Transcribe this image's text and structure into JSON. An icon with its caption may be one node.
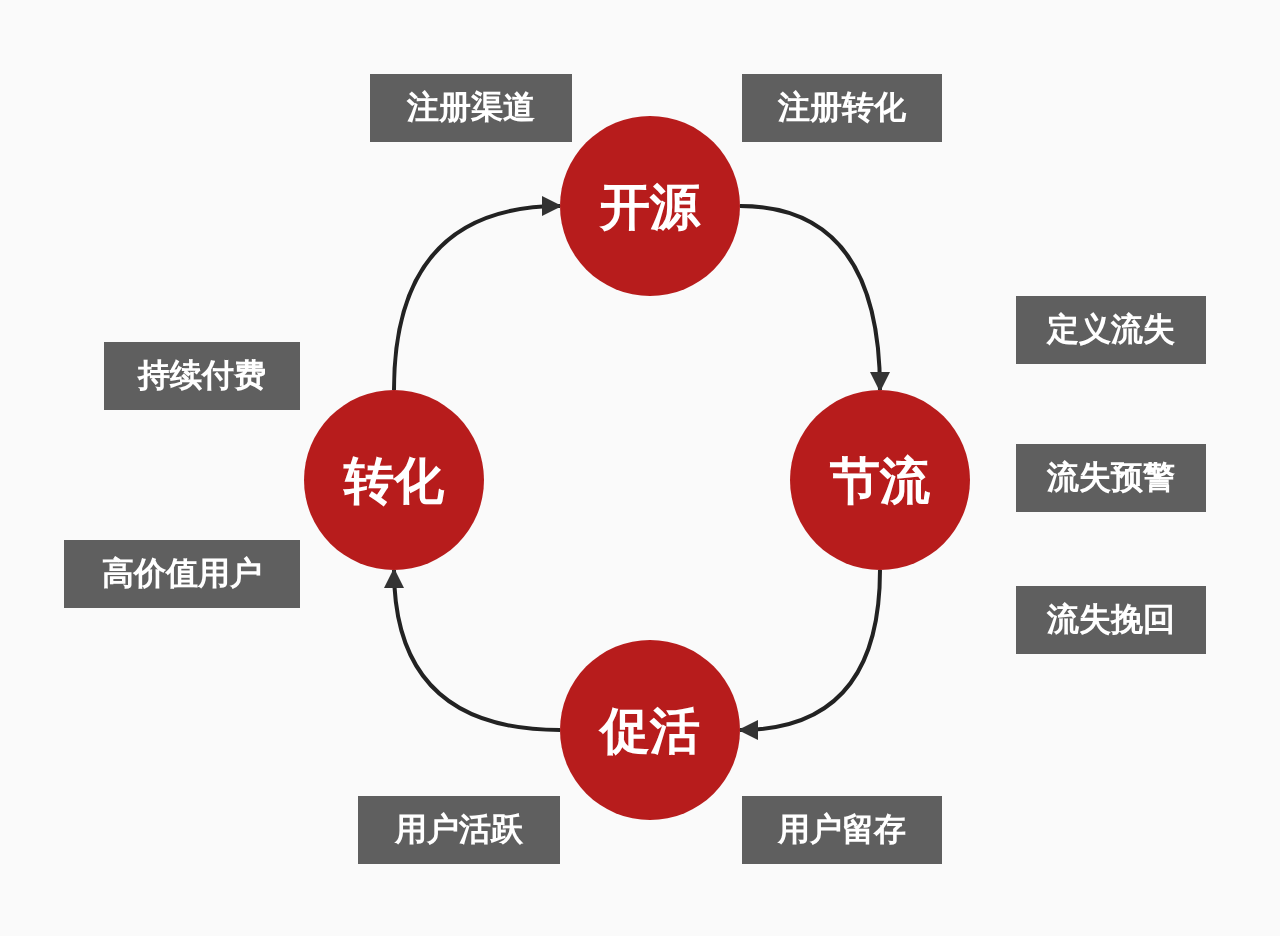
{
  "diagram": {
    "nodes": [
      {
        "text": [
          "开源"
        ]
      },
      {
        "text": [
          "节流"
        ]
      },
      {
        "text": [
          "促活"
        ]
      },
      {
        "text": [
          "转化"
        ]
      },
      {
        "text": [
          "注册渠道"
        ]
      },
      {
        "text": [
          "注册转化"
        ]
      },
      {
        "text": [
          "持续付费"
        ]
      },
      {
        "text": [
          "定义流失"
        ]
      },
      {
        "text": [
          "流失预警"
        ]
      },
      {
        "text": [
          "高价值用户"
        ]
      },
      {
        "text": [
          "流失挽回"
        ]
      },
      {
        "text": [
          "用户活跃"
        ]
      },
      {
        "text": [
          "用户留存"
        ]
      }
    ],
    "edges": [
      {
        "from": 0,
        "to": 1,
        "arrow": "to"
      },
      {
        "from": 1,
        "to": 2,
        "arrow": "to"
      },
      {
        "from": 2,
        "to": 3,
        "arrow": "to"
      },
      {
        "from": 3,
        "to": 0,
        "arrow": "to"
      }
    ]
  }
}
